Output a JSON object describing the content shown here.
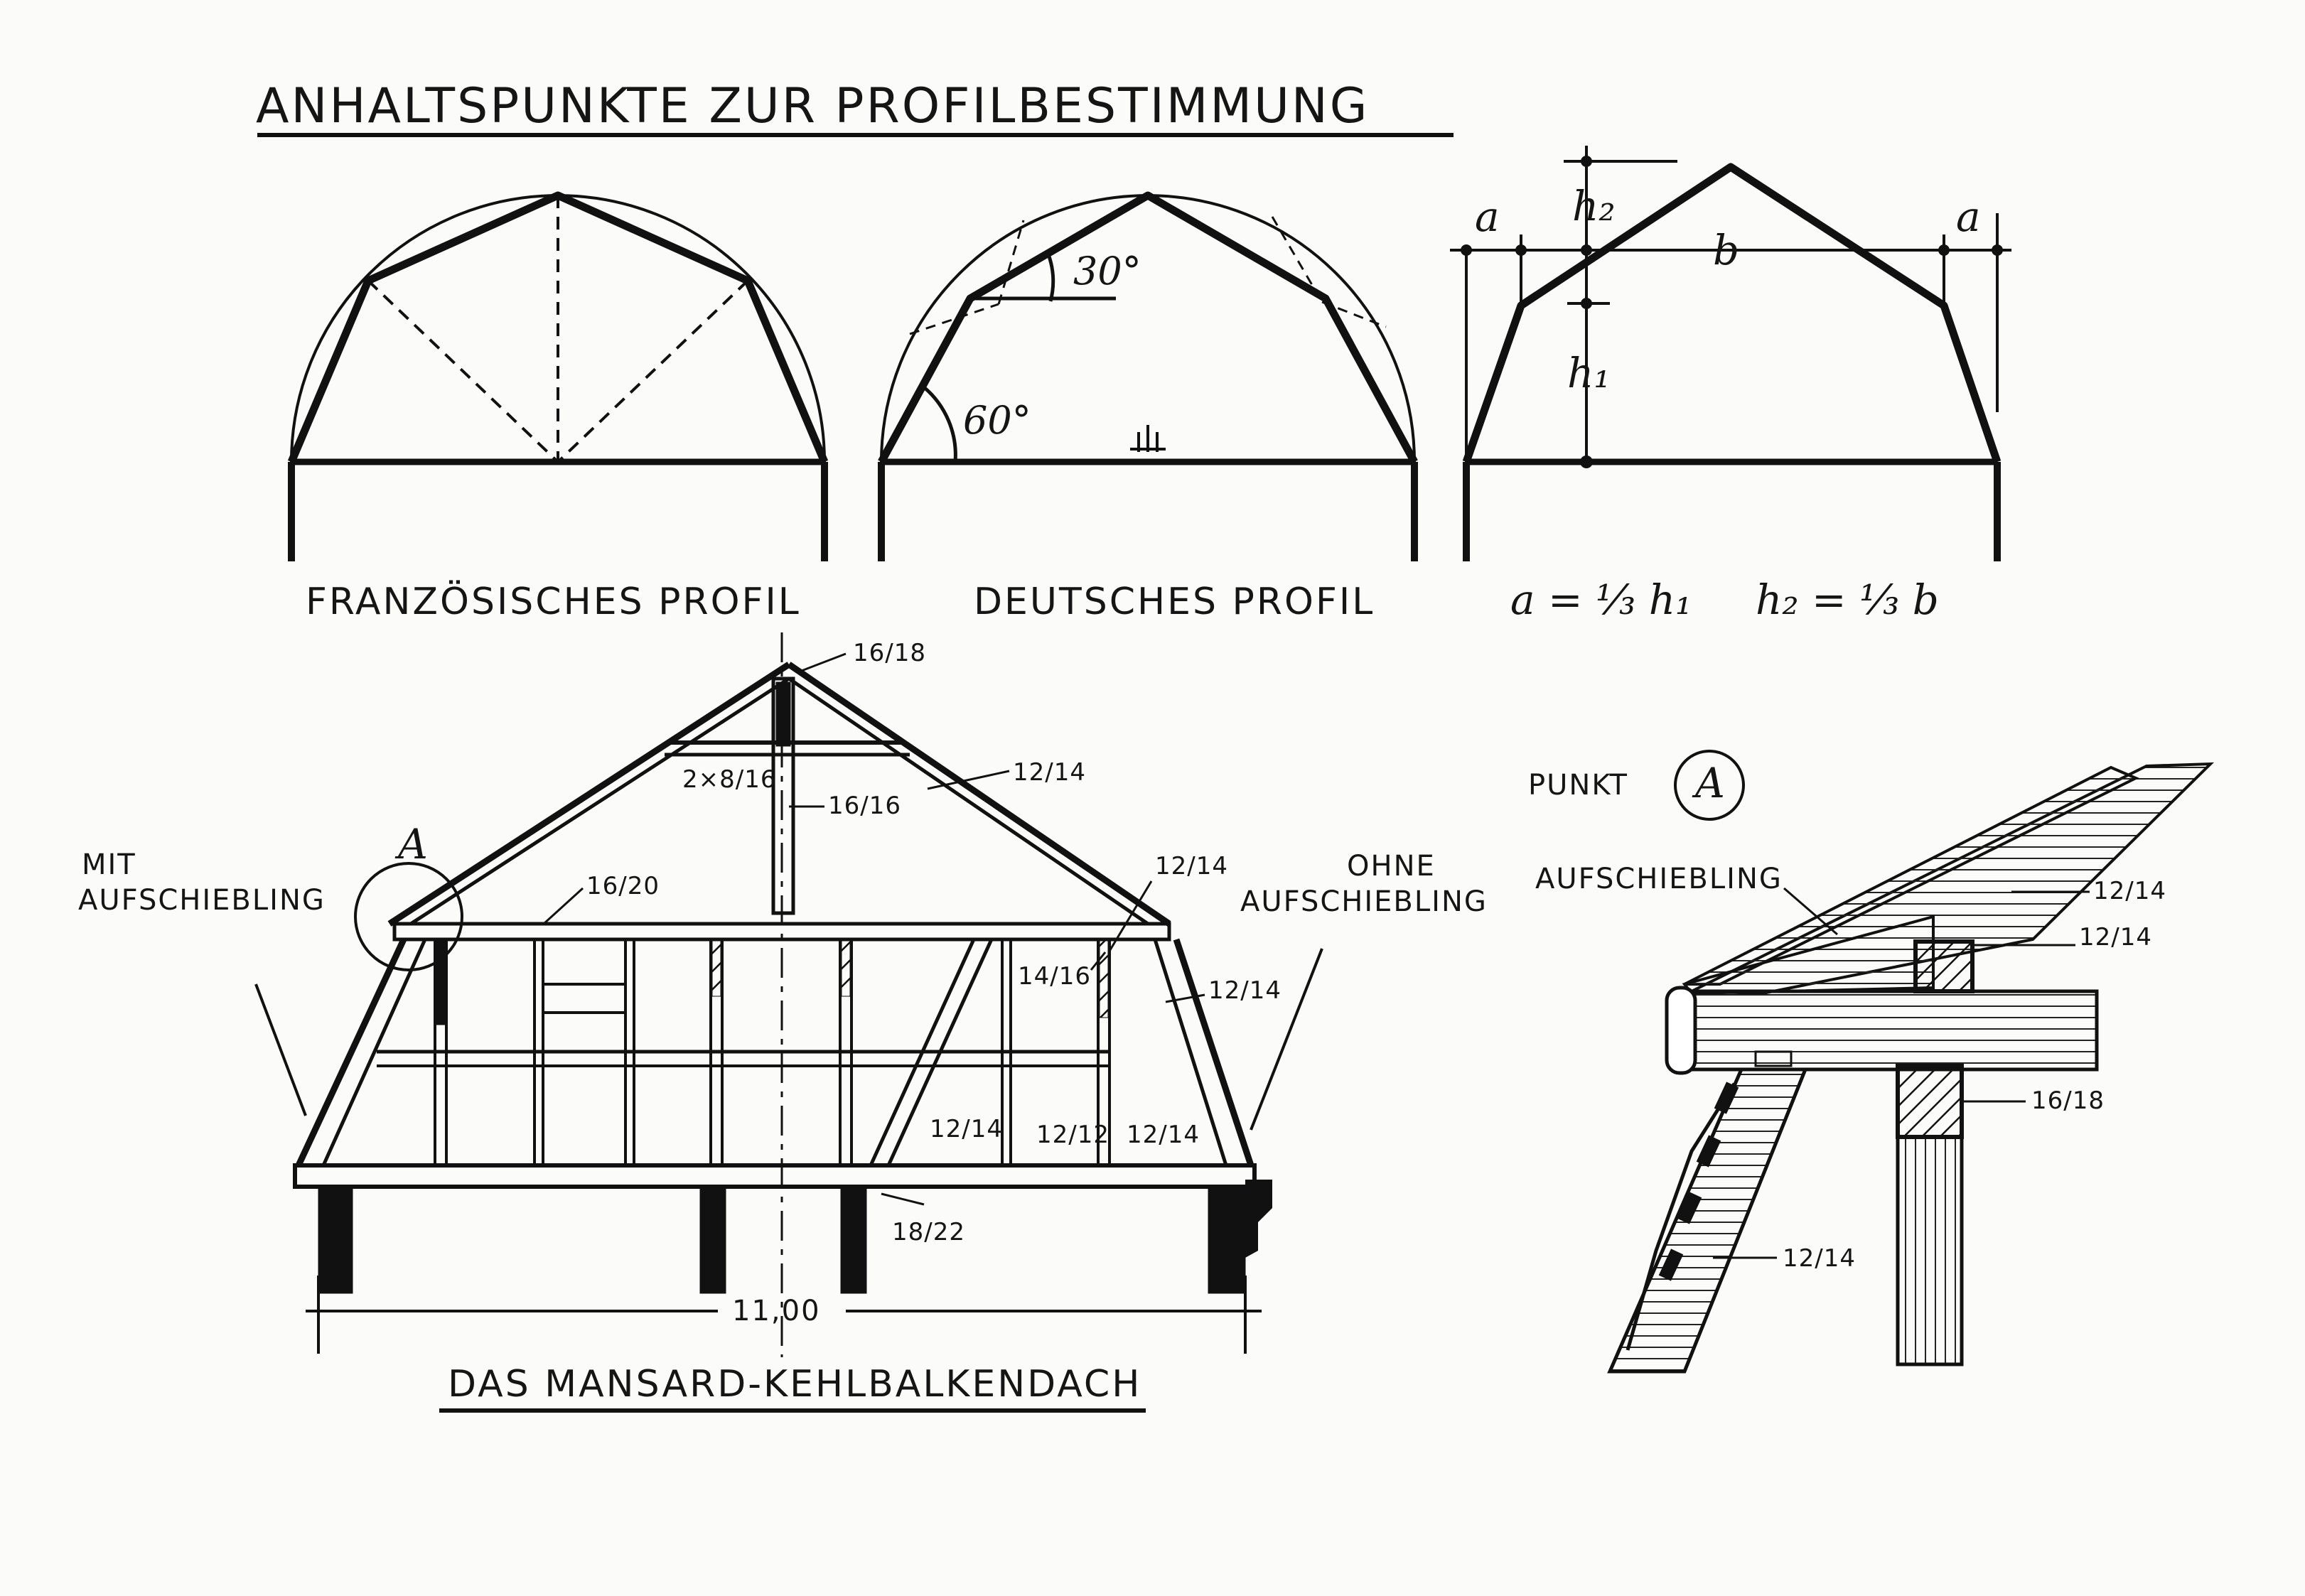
{
  "title": "ANHALTSPUNKTE ZUR PROFILBESTIMMUNG",
  "profiles": {
    "french": "FRANZÖSISCHES PROFIL",
    "german": "DEUTSCHES PROFIL"
  },
  "angles": {
    "upper": "30°",
    "lower": "60°"
  },
  "dimensions": {
    "a": "a",
    "b": "b",
    "h1": "h₁",
    "h2": "h₂"
  },
  "formulas": {
    "first": "a = ⅓ h₁",
    "second": "h₂ = ⅓ b"
  },
  "mansard": {
    "caption": "DAS MANSARD-KEHLBALKENDACH",
    "span": "11,00",
    "point_marker": "A",
    "with_line1": "MIT",
    "with_line2": "AUFSCHIEBLING",
    "without_line1": "OHNE",
    "without_line2": "AUFSCHIEBLING",
    "labels": {
      "king_post_top": "16/18",
      "collar": "2×8/16",
      "king_post": "16/16",
      "upper_rafter": "12/14",
      "beam": "16/20",
      "upper_rafter_right": "12/14",
      "post_top": "14/16",
      "lower_rafter": "12/14",
      "brace": "12/14",
      "post": "12/12",
      "corner": "12/14",
      "tie_beam": "18/22"
    }
  },
  "detail": {
    "title": "PUNKT",
    "marker": "A",
    "labels": {
      "aufschiebling": "AUFSCHIEBLING",
      "rafter": "12/14",
      "purlin": "12/14",
      "post": "16/18",
      "lower_rafter": "12/14"
    }
  }
}
